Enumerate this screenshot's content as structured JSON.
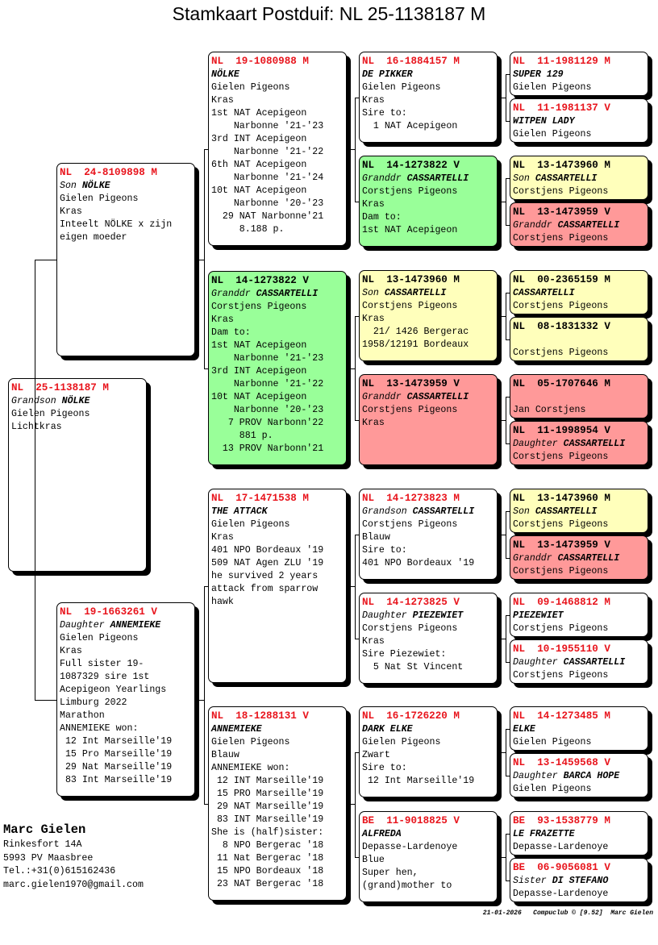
{
  "title": "Stamkaart Postduif: NL  25-1138187 M",
  "colors": {
    "white": "#ffffff",
    "green": "#99ff99",
    "yellow": "#ffffbb",
    "red": "#ff9999",
    "ring_red": "#e8141c"
  },
  "boxes": [
    {
      "ring": "NL  25-1138187 M",
      "bg": "white",
      "name_prefix": "Grandson ",
      "name": "NÖLKE",
      "lines": [
        "Gielen Pigeons",
        "Lichtkras"
      ]
    },
    {
      "ring": "NL  24-8109898 M",
      "bg": "white",
      "name_prefix": "Son ",
      "name": "NÖLKE",
      "lines": [
        "Gielen Pigeons",
        "Kras",
        "Inteelt NÖLKE x zijn",
        "eigen moeder"
      ]
    },
    {
      "ring": "NL  19-1663261 V",
      "bg": "white",
      "name_prefix": "Daughter ",
      "name": "ANNEMIEKE",
      "lines": [
        "Gielen Pigeons",
        "Kras",
        "Full sister 19-",
        "1087329 sire 1st",
        "Acepigeon Yearlings",
        "Limburg 2022",
        "Marathon",
        "ANNEMIEKE won:",
        " 12 Int Marseille'19",
        " 15 Pro Marseille'19",
        " 29 Nat Marseille'19",
        " 83 Int Marseille'19"
      ]
    },
    {
      "ring": "NL  19-1080988 M",
      "bg": "white",
      "name_prefix": "",
      "name": "NÖLKE",
      "lines": [
        "Gielen Pigeons",
        "Kras",
        "1st NAT Acepigeon",
        "    Narbonne '21-'23",
        "3rd INT Acepigeon",
        "    Narbonne '21-'22",
        "6th NAT Acepigeon",
        "    Narbonne '21-'24",
        "10t NAT Acepigeon",
        "    Narbonne '20-'23",
        "  29 NAT Narbonne'21",
        "     8.188 p."
      ]
    },
    {
      "ring": "NL  14-1273822 V",
      "bg": "green",
      "name_prefix": "Granddr ",
      "name": "CASSARTELLI",
      "lines": [
        "Corstjens Pigeons",
        "Kras",
        "Dam to:",
        "1st NAT Acepigeon",
        "    Narbonne '21-'23",
        "3rd INT Acepigeon",
        "    Narbonne '21-'22",
        "10t NAT Acepigeon",
        "    Narbonne '20-'23",
        "   7 PROV Narbonn'22",
        "     881 p.",
        "  13 PROV Narbonn'21"
      ]
    },
    {
      "ring": "NL  17-1471538 M",
      "bg": "white",
      "name_prefix": "",
      "name": "THE ATTACK",
      "lines": [
        "Gielen Pigeons",
        "Kras",
        "401 NPO Bordeaux '19",
        "509 NAT Agen ZLU '19",
        "he survived 2 years",
        "attack from sparrow",
        "hawk"
      ]
    },
    {
      "ring": "NL  18-1288131 V",
      "bg": "white",
      "name_prefix": "",
      "name": "ANNEMIEKE",
      "lines": [
        "Gielen Pigeons",
        "Blauw",
        "ANNEMIEKE won:",
        " 12 INT Marseille'19",
        " 15 PRO Marseille'19",
        " 29 NAT Marseille'19",
        " 83 INT Marseille'19",
        "She is (half)sister:",
        "  8 NPO Bergerac '18",
        " 11 Nat Bergerac '18",
        " 15 NPO Bordeaux '18",
        " 23 NAT Bergerac '18"
      ]
    },
    {
      "ring": "NL  16-1884157 M",
      "bg": "white",
      "name_prefix": "",
      "name": "DE PIKKER",
      "lines": [
        "Gielen Pigeons",
        "Kras",
        "Sire to:",
        "  1 NAT Acepigeon"
      ]
    },
    {
      "ring": "NL  14-1273822 V",
      "bg": "green",
      "name_prefix": "Granddr ",
      "name": "CASSARTELLI",
      "lines": [
        "Corstjens Pigeons",
        "Kras",
        "Dam to:",
        "1st NAT Acepigeon"
      ]
    },
    {
      "ring": "NL  13-1473960 M",
      "bg": "yellow",
      "name_prefix": "Son ",
      "name": "CASSARTELLI",
      "lines": [
        "Corstjens Pigeons",
        "Kras",
        "  21/ 1426 Bergerac",
        "1958/12191 Bordeaux"
      ]
    },
    {
      "ring": "NL  13-1473959 V",
      "bg": "red",
      "name_prefix": "Granddr ",
      "name": "CASSARTELLI",
      "lines": [
        "Corstjens Pigeons",
        "Kras"
      ]
    },
    {
      "ring": "NL  14-1273823 M",
      "bg": "white",
      "name_prefix": "Grandson ",
      "name": "CASSARTELLI",
      "lines": [
        "Corstjens Pigeons",
        "Blauw",
        "Sire to:",
        "401 NPO Bordeaux '19"
      ]
    },
    {
      "ring": "NL  14-1273825 V",
      "bg": "white",
      "name_prefix": "Daughter ",
      "name": "PIEZEWIET",
      "lines": [
        "Corstjens Pigeons",
        "Kras",
        "Sire Piezewiet:",
        "  5 Nat St Vincent"
      ]
    },
    {
      "ring": "NL  16-1726220 M",
      "bg": "white",
      "name_prefix": "",
      "name": "DARK ELKE",
      "lines": [
        "Gielen Pigeons",
        "Zwart",
        "Sire to:",
        " 12 Int Marseille'19"
      ]
    },
    {
      "ring": "BE  11-9018825 V",
      "bg": "white",
      "name_prefix": "",
      "name": "ALFREDA",
      "lines": [
        "Depasse-Lardenoye",
        "Blue",
        "Super hen,",
        "(grand)mother to"
      ]
    },
    {
      "ring": "NL  11-1981129 M",
      "bg": "white",
      "name_prefix": "",
      "name": "SUPER 129",
      "lines": [
        "Gielen Pigeons"
      ]
    },
    {
      "ring": "NL  11-1981137 V",
      "bg": "white",
      "name_prefix": "",
      "name": "WITPEN LADY",
      "lines": [
        "Gielen Pigeons"
      ]
    },
    {
      "ring": "NL  13-1473960 M",
      "bg": "yellow",
      "name_prefix": "Son ",
      "name": "CASSARTELLI",
      "lines": [
        "Corstjens Pigeons"
      ]
    },
    {
      "ring": "NL  13-1473959 V",
      "bg": "red",
      "name_prefix": "Granddr ",
      "name": "CASSARTELLI",
      "lines": [
        "Corstjens Pigeons"
      ]
    },
    {
      "ring": "NL  00-2365159 M",
      "bg": "yellow",
      "name_prefix": "",
      "name": "CASSARTELLI",
      "lines": [
        "Corstjens Pigeons"
      ]
    },
    {
      "ring": "NL  08-1831332 V",
      "bg": "yellow",
      "name_prefix": "",
      "name": "",
      "lines": [
        "Corstjens Pigeons"
      ]
    },
    {
      "ring": "NL  05-1707646 M",
      "bg": "red",
      "name_prefix": "",
      "name": "",
      "lines": [
        "Jan Corstjens"
      ]
    },
    {
      "ring": "NL  11-1998954 V",
      "bg": "red",
      "name_prefix": "Daughter ",
      "name": "CASSARTELLI",
      "lines": [
        "Corstjens Pigeons"
      ]
    },
    {
      "ring": "NL  13-1473960 M",
      "bg": "yellow",
      "name_prefix": "Son ",
      "name": "CASSARTELLI",
      "lines": [
        "Corstjens Pigeons"
      ]
    },
    {
      "ring": "NL  13-1473959 V",
      "bg": "red",
      "name_prefix": "Granddr ",
      "name": "CASSARTELLI",
      "lines": [
        "Corstjens Pigeons"
      ]
    },
    {
      "ring": "NL  09-1468812 M",
      "bg": "white",
      "name_prefix": "",
      "name": "PIEZEWIET",
      "lines": [
        "Corstjens Pigeons"
      ]
    },
    {
      "ring": "NL  10-1955110 V",
      "bg": "white",
      "name_prefix": "Daughter ",
      "name": "CASSARTELLI",
      "lines": [
        "Corstjens Pigeons"
      ]
    },
    {
      "ring": "NL  14-1273485 M",
      "bg": "white",
      "name_prefix": "",
      "name": "ELKE",
      "lines": [
        "Gielen Pigeons"
      ]
    },
    {
      "ring": "NL  13-1459568 V",
      "bg": "white",
      "name_prefix": "Daughter ",
      "name": "BARCA HOPE",
      "lines": [
        "Gielen Pigeons"
      ]
    },
    {
      "ring": "BE  93-1538779 M",
      "bg": "white",
      "name_prefix": "",
      "name": "LE FRAZETTE",
      "lines": [
        "Depasse-Lardenoye"
      ]
    },
    {
      "ring": "BE  06-9056081 V",
      "bg": "white",
      "name_prefix": "Sister ",
      "name": "DI STEFANO",
      "lines": [
        "Depasse-Lardenoye"
      ]
    }
  ],
  "contact": {
    "name": "Marc Gielen",
    "lines": [
      "Rinkesfort 14A",
      "5993 PV  Maasbree",
      "Tel.:+31(0)615162436",
      "marc.gielen1970@gmail.com"
    ]
  },
  "footer": "21-01-2026   Compuclub © [9.52]  Marc Gielen"
}
